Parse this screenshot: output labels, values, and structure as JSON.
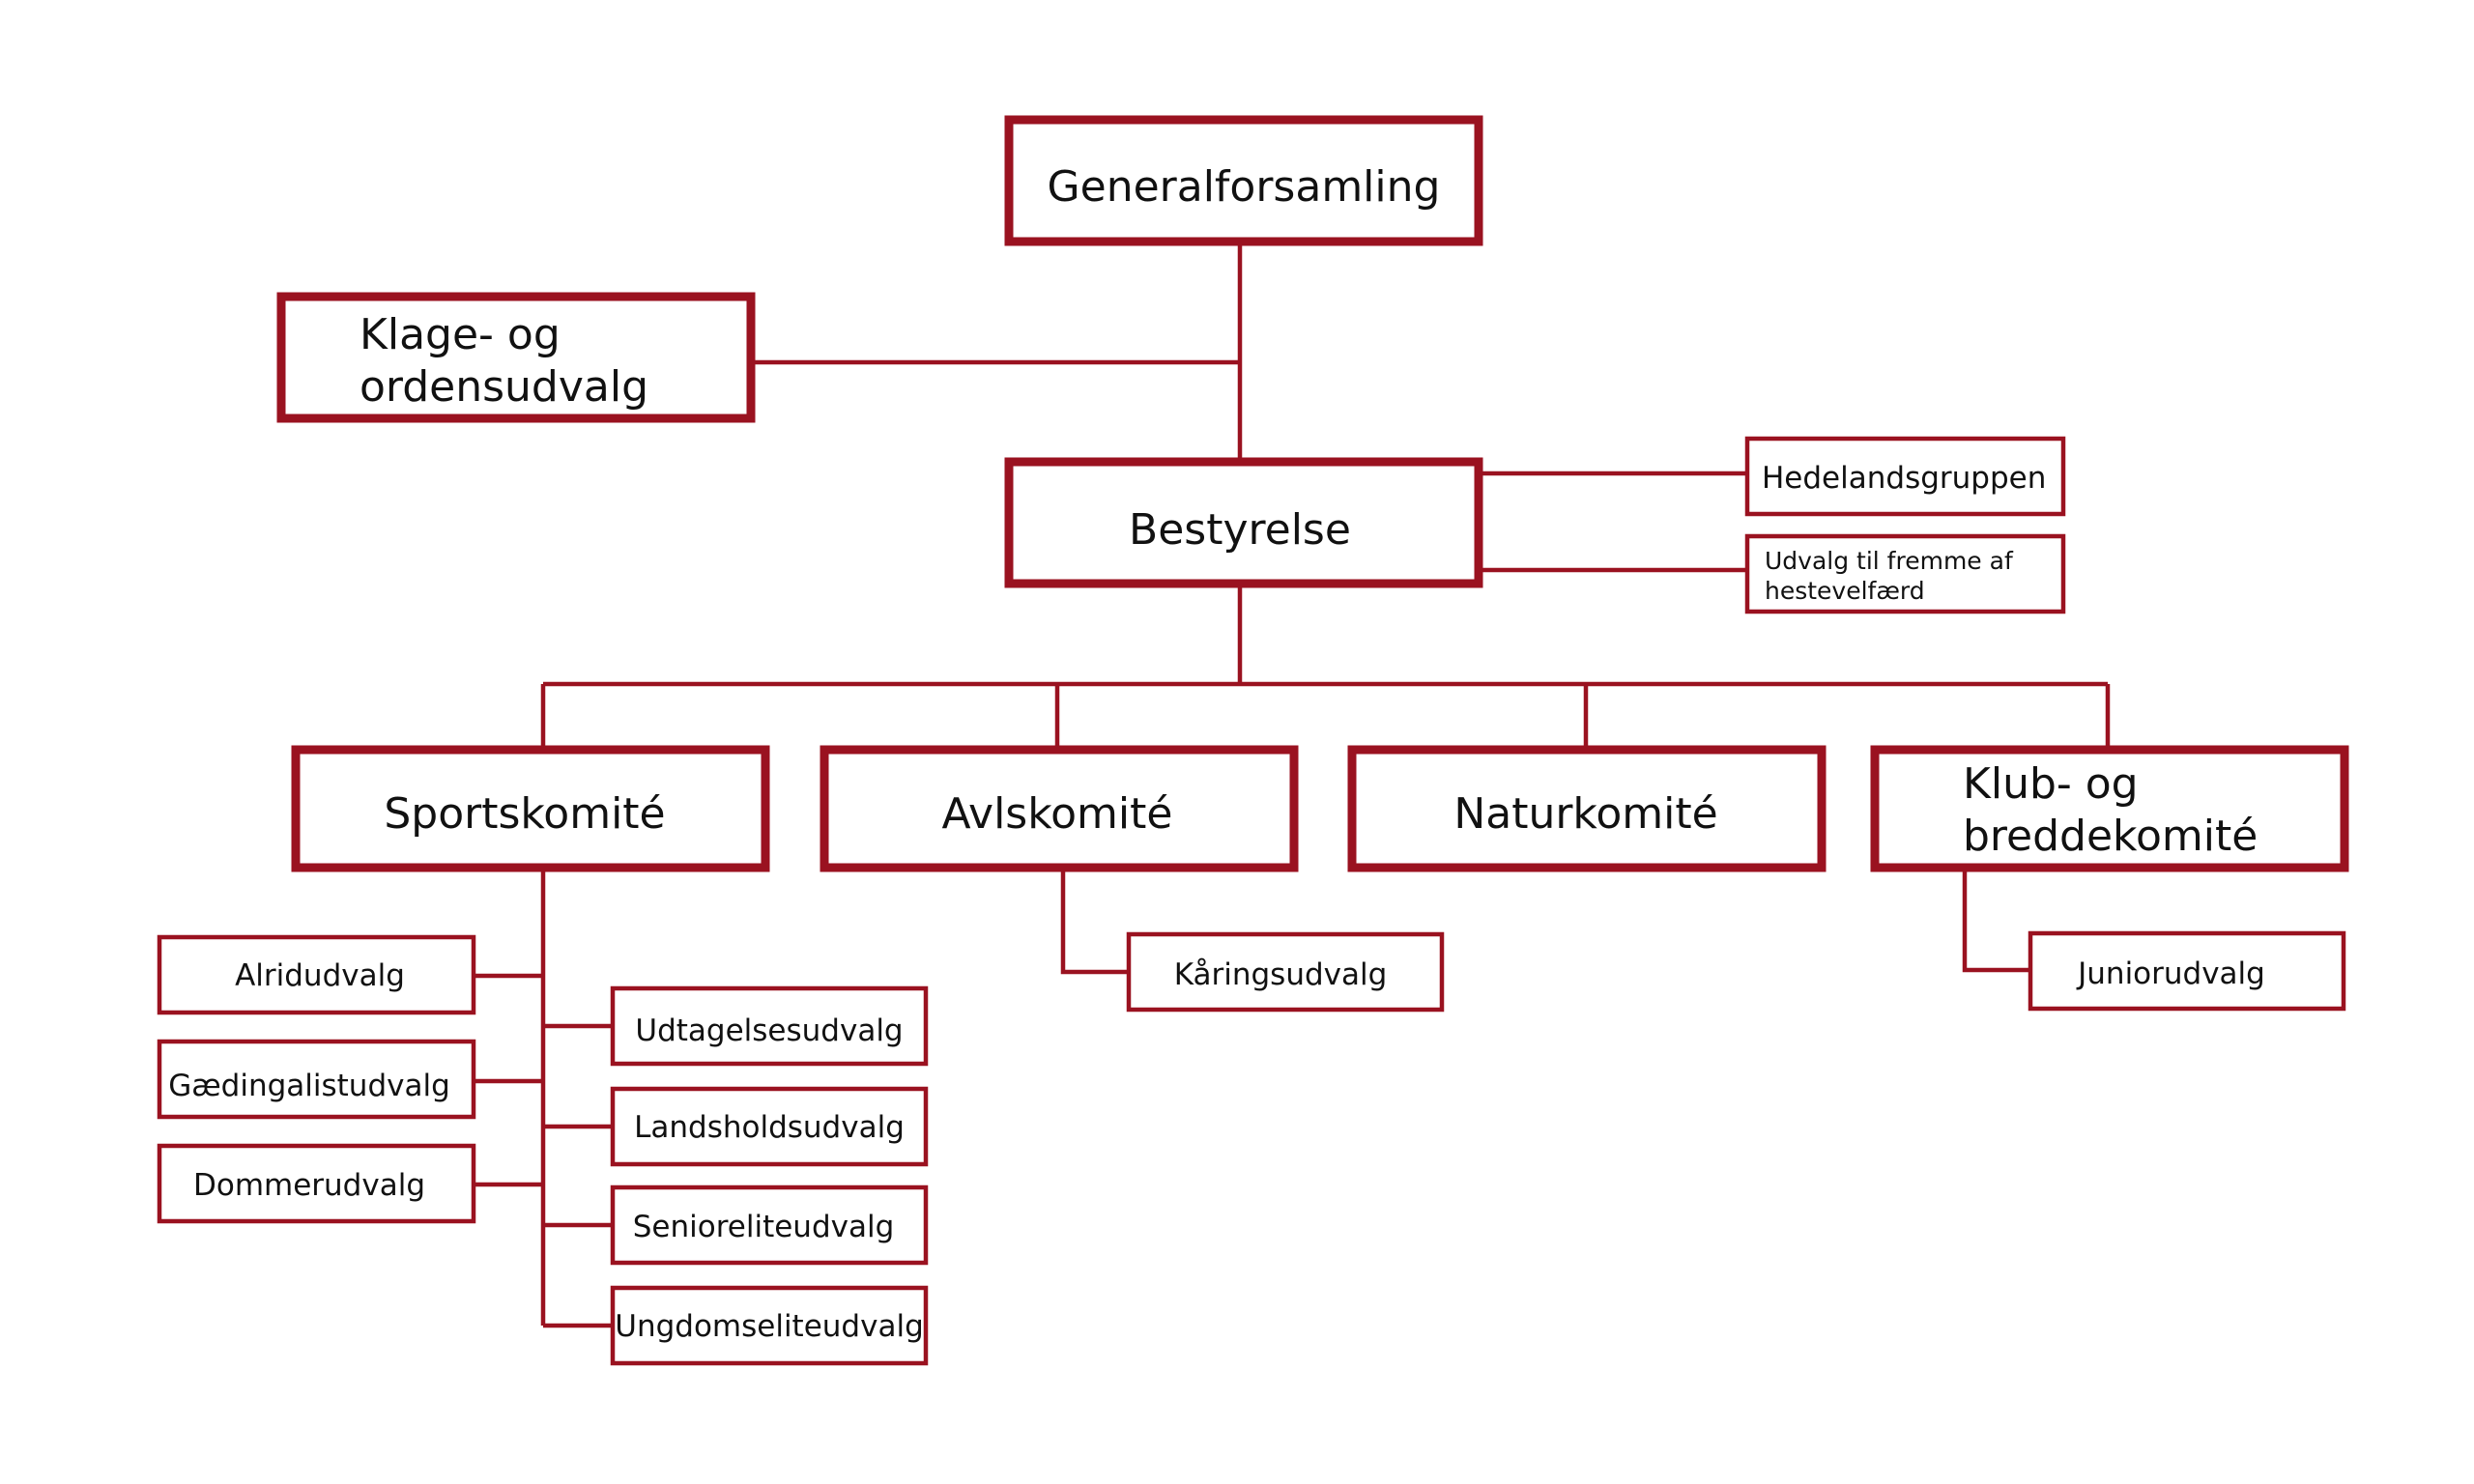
{
  "colors": {
    "accent": "#9a1220",
    "text": "#111111",
    "background": "#ffffff"
  },
  "nodes": {
    "generalforsamling": "Generalforsamling",
    "klage": [
      "Klage- og",
      "ordensudvalg"
    ],
    "bestyrelse": "Bestyrelse",
    "hedelandsgruppen": "Hedelandsgruppen",
    "hestevelfaerd": [
      "Udvalg til fremme af",
      "hestevelfærd"
    ],
    "sportskomite": "Sportskomité",
    "avlskomite": "Avlskomité",
    "naturkomite": "Naturkomité",
    "klub": [
      "Klub- og",
      "breddekomité"
    ],
    "alridudvalg": "Alridudvalg",
    "gaedingalistudvalg": "Gædingalistudvalg",
    "dommerudvalg": "Dommerudvalg",
    "udtagelsesudvalg": "Udtagelsesudvalg",
    "landsholdsudvalg": "Landsholdsudvalg",
    "senioreliteudvalg": "Senioreliteudvalg",
    "ungdomseliteudvalg": "Ungdomseliteudvalg",
    "karingsudvalg": "Kåringsudvalg",
    "juniorudvalg": "Juniorudvalg"
  }
}
